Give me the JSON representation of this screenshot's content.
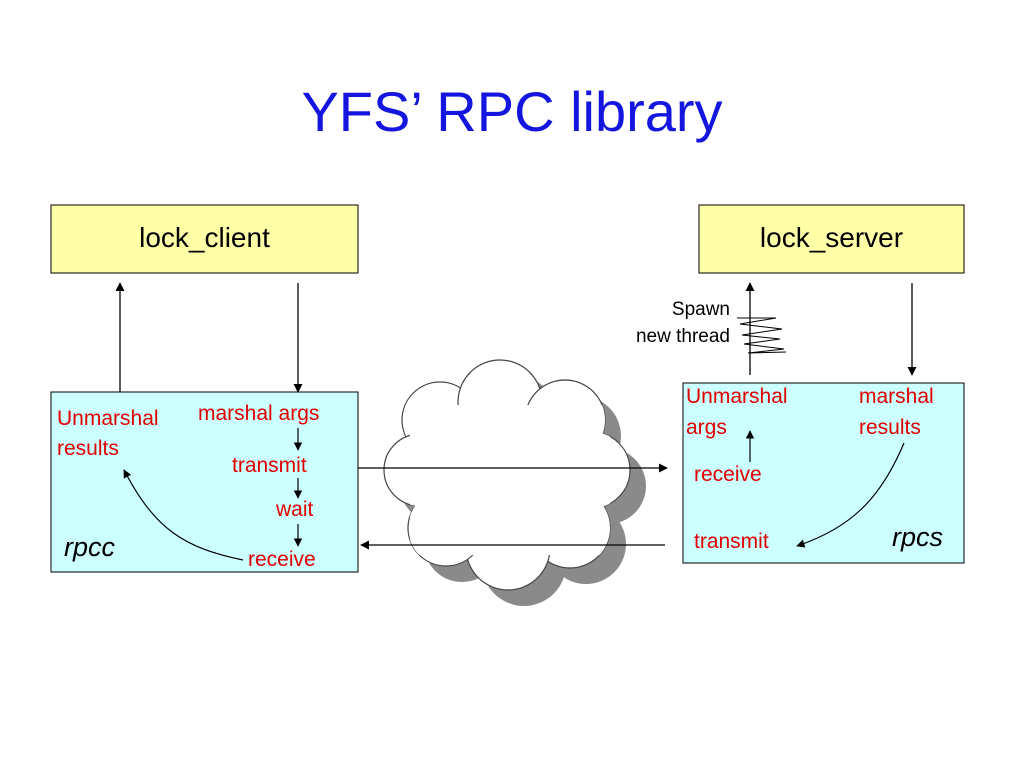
{
  "title": "YFS’ RPC library",
  "client": {
    "box_label": "lock_client",
    "layer_name": "rpcc",
    "unmarshal_line1": "Unmarshal",
    "unmarshal_line2": "results",
    "marshal": "marshal args",
    "transmit": "transmit",
    "wait": "wait",
    "receive": "receive"
  },
  "server": {
    "box_label": "lock_server",
    "layer_name": "rpcs",
    "unmarshal_line1": "Unmarshal",
    "unmarshal_line2": "args",
    "marshal_line1": "marshal",
    "marshal_line2": "results",
    "receive": "receive",
    "transmit": "transmit"
  },
  "spawn_line1": "Spawn",
  "spawn_line2": "new thread",
  "colors": {
    "title": "#1515e0",
    "app_box_fill": "#ffffa8",
    "rpc_box_fill": "#ccffff",
    "step_text": "#e00000",
    "cloud_shadow": "#8a8a8a"
  }
}
